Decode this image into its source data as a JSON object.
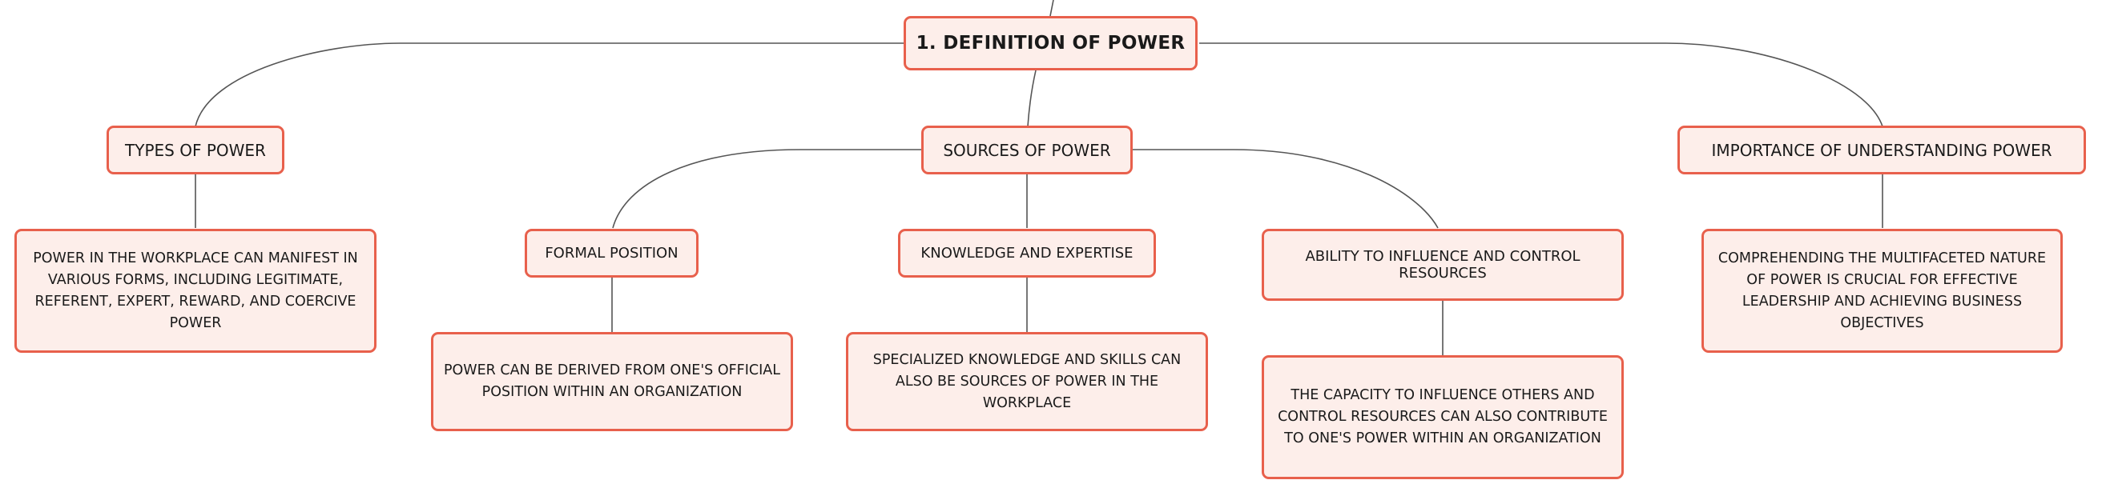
{
  "root": {
    "label": "1. DEFINITION OF POWER"
  },
  "branches": [
    {
      "label": "TYPES OF POWER",
      "description": "POWER IN THE WORKPLACE CAN MANIFEST IN VARIOUS FORMS, INCLUDING LEGITIMATE, REFERENT, EXPERT, REWARD, AND COERCIVE POWER"
    },
    {
      "label": "SOURCES OF POWER",
      "children": [
        {
          "label": "FORMAL POSITION",
          "description": "POWER CAN BE DERIVED FROM ONE'S OFFICIAL POSITION WITHIN AN ORGANIZATION"
        },
        {
          "label": "KNOWLEDGE AND EXPERTISE",
          "description": "SPECIALIZED KNOWLEDGE AND SKILLS CAN ALSO BE SOURCES OF POWER IN THE WORKPLACE"
        },
        {
          "label": "ABILITY TO INFLUENCE AND CONTROL RESOURCES",
          "description": "THE CAPACITY TO INFLUENCE OTHERS AND CONTROL RESOURCES CAN ALSO CONTRIBUTE TO ONE'S POWER WITHIN AN ORGANIZATION"
        }
      ]
    },
    {
      "label": "IMPORTANCE OF UNDERSTANDING POWER",
      "description": "COMPREHENDING THE MULTIFACETED NATURE OF POWER IS CRUCIAL FOR EFFECTIVE LEADERSHIP AND ACHIEVING BUSINESS OBJECTIVES"
    }
  ],
  "colors": {
    "node_fill": "#fdeeea",
    "node_border": "#e8604c",
    "connector": "#555555"
  }
}
